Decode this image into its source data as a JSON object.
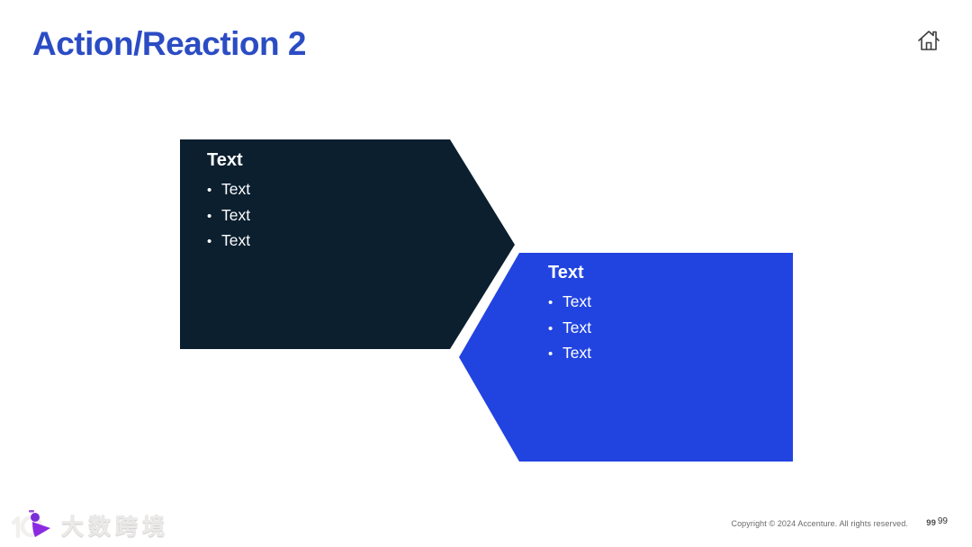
{
  "slide": {
    "title": "Action/Reaction 2",
    "title_color": "#2B4CC4",
    "background_color": "#FFFFFF"
  },
  "icons": {
    "home": "home-icon",
    "bullet_char": "•"
  },
  "shapes": {
    "action": {
      "heading": "Text",
      "bullets": [
        "Text",
        "Text",
        "Text"
      ],
      "fill": "#0B1F2F",
      "direction": "points-right"
    },
    "reaction": {
      "heading": "Text",
      "bullets": [
        "Text",
        "Text",
        "Text"
      ],
      "fill": "#2144E0",
      "direction": "points-left"
    }
  },
  "footer": {
    "copyright": "Copyright © 2024 Accenture. All rights reserved.",
    "page_number_shadow": "99",
    "page_number": "99"
  },
  "watermark": {
    "logo_text": "大数跨境",
    "logo_accent_color": "#7B2FD6"
  }
}
